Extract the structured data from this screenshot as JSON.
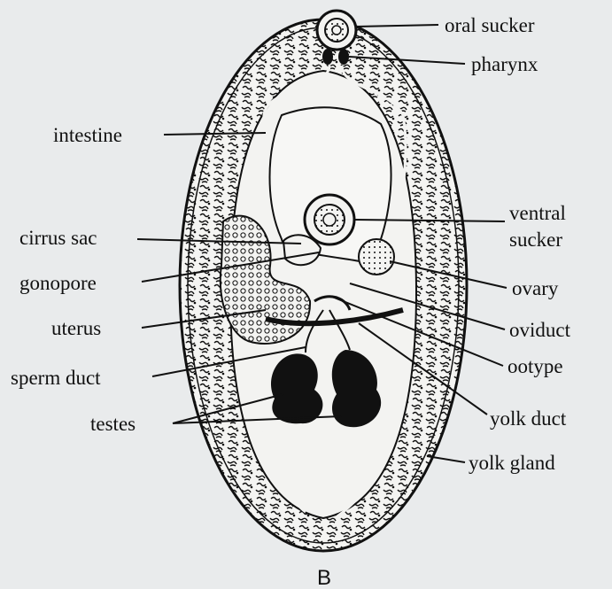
{
  "figure_label": "B",
  "labels": {
    "oral_sucker": "oral sucker",
    "pharynx": "pharynx",
    "intestine": "intestine",
    "ventral_sucker_line1": "ventral",
    "ventral_sucker_line2": "sucker",
    "cirrus_sac": "cirrus sac",
    "gonopore": "gonopore",
    "ovary": "ovary",
    "uterus": "uterus",
    "oviduct": "oviduct",
    "sperm_duct": "sperm duct",
    "ootype": "ootype",
    "testes": "testes",
    "yolk_duct": "yolk duct",
    "yolk_gland": "yolk gland"
  }
}
